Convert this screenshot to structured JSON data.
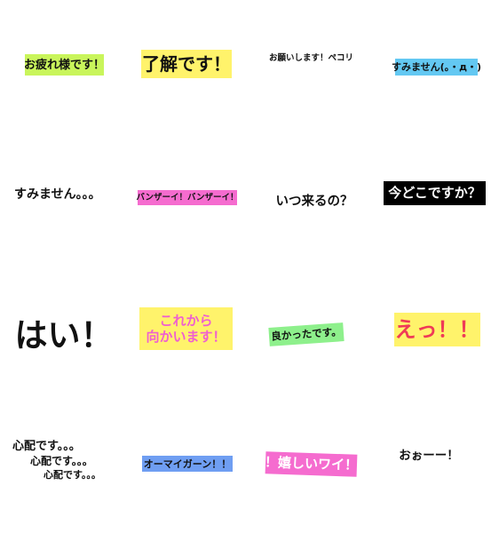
{
  "stickers": [
    {
      "id": "otsukare",
      "text": "お疲れ様です！",
      "bg": "#c9f55b",
      "color": "#111111"
    },
    {
      "id": "ryoukai",
      "text": "了解です！",
      "bg": "#fff36b",
      "color": "#111111"
    },
    {
      "id": "onegai",
      "text": "お願いします！ペコリ",
      "bg": "",
      "color": "#111111"
    },
    {
      "id": "sumimasen-face",
      "text": "すみません(。・д・)",
      "bg": "#63c8f2",
      "color": "#111111"
    },
    {
      "id": "sumimasen-dots",
      "text": "すみません。。。",
      "bg": "",
      "color": "#111111"
    },
    {
      "id": "banzai",
      "text": "バンザーイ！バンザーイ！",
      "bg": "#f56ccf",
      "color": "#111111"
    },
    {
      "id": "itsukuru",
      "text": "いつ来るの？",
      "bg": "",
      "color": "#111111"
    },
    {
      "id": "imadoko",
      "text": "今どこですか？",
      "bg": "#000000",
      "color": "#ffffff"
    },
    {
      "id": "hai",
      "text": "はい！",
      "bg": "",
      "color": "#111111"
    },
    {
      "id": "korekara",
      "lines": [
        "これから",
        "向かいます！"
      ],
      "bg": "#fff36b",
      "color": "#ef5fd0"
    },
    {
      "id": "yokatta",
      "text": "良かったです。",
      "bg": "#8ef08c",
      "color": "#111111"
    },
    {
      "id": "ett",
      "text": "えっ！！",
      "bg": "#fff36b",
      "color": "#ef3a57"
    },
    {
      "id": "shinpai",
      "lines": [
        "心配です。。。",
        "心配です。。。",
        "心配です。。。"
      ],
      "bg": "",
      "color": "#111111"
    },
    {
      "id": "omygah",
      "text": "オーマイガーン！！",
      "bg": "#6f9ef2",
      "color": "#111111"
    },
    {
      "id": "ureshii",
      "text": "！嬉しいワイ！",
      "bg": "#f56ccf",
      "color": "#ffffff"
    },
    {
      "id": "oooo",
      "text": "おぉーー！",
      "bg": "",
      "color": "#111111"
    }
  ]
}
